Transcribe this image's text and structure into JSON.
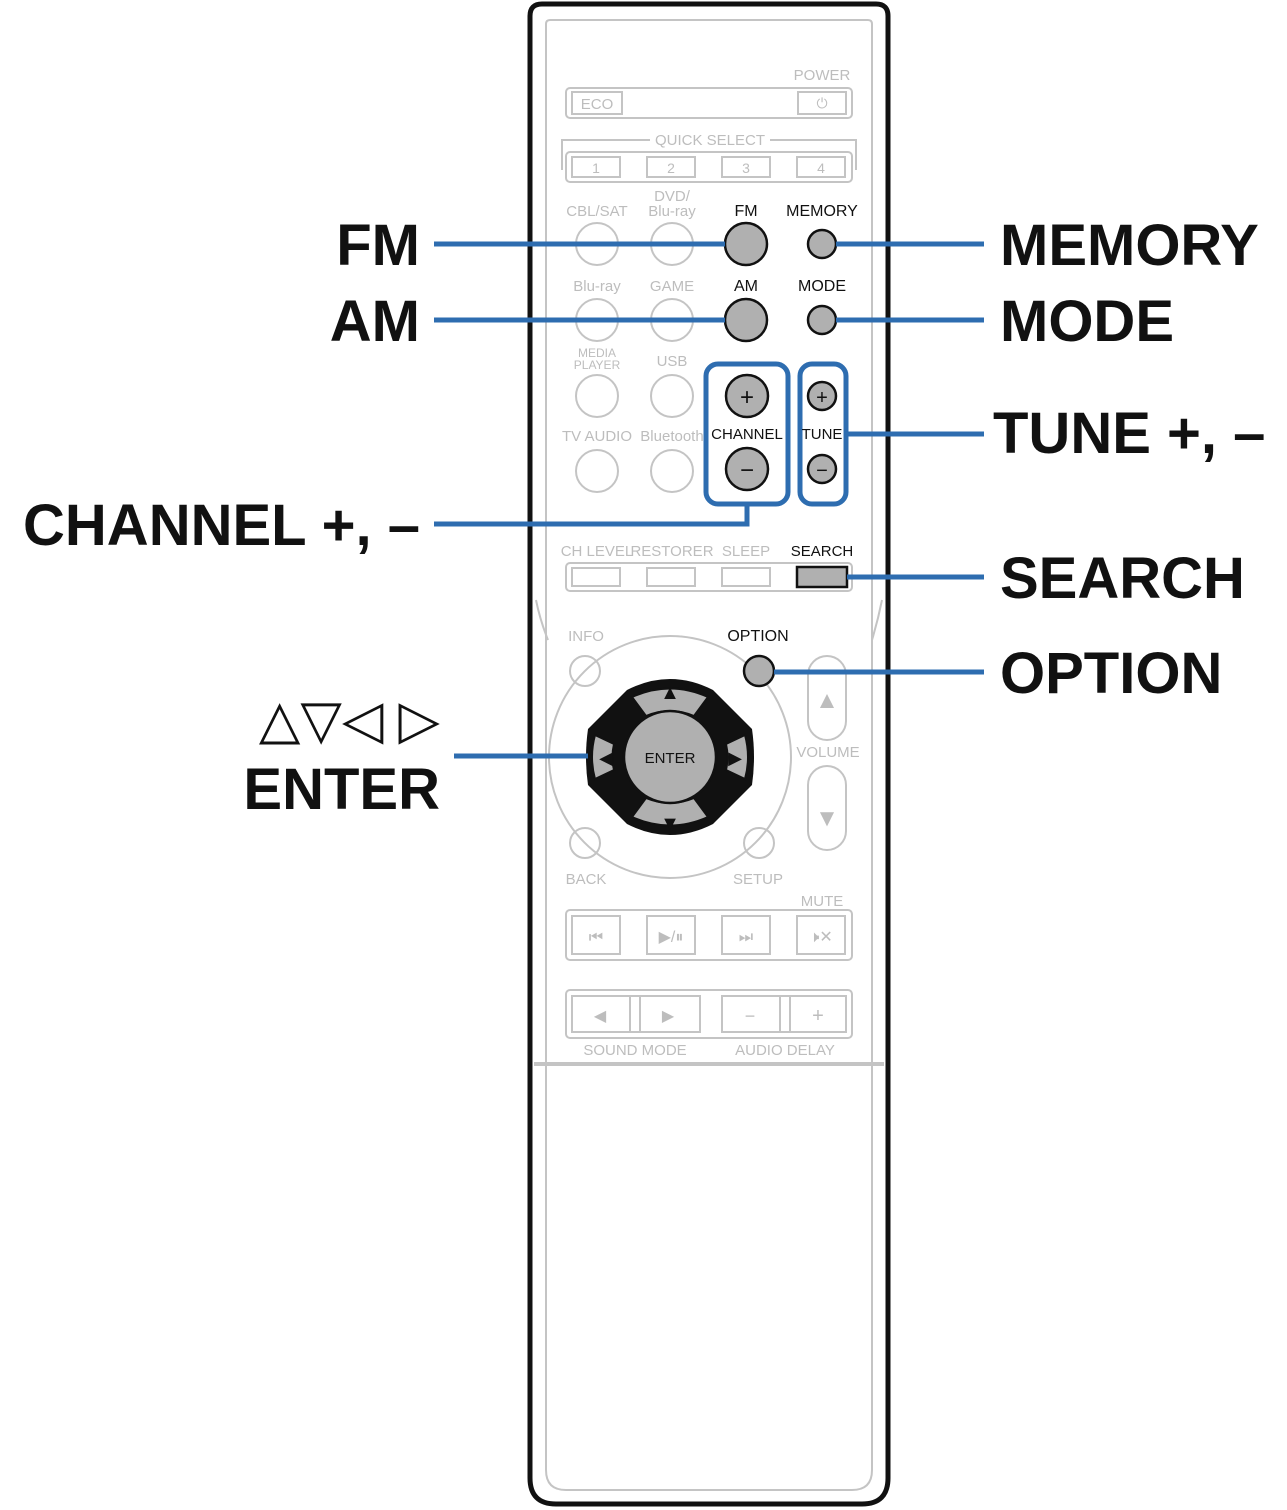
{
  "remote": {
    "top_row": {
      "power": "POWER",
      "eco": "ECO",
      "power_symbol": "⏻"
    },
    "quick_select": {
      "label": "QUICK SELECT",
      "buttons": [
        "1",
        "2",
        "3",
        "4"
      ]
    },
    "source_labels": {
      "cbl_sat": "CBL/SAT",
      "dvd_line1": "DVD/",
      "dvd_line2": "Blu-ray",
      "fm": "FM",
      "memory": "MEMORY",
      "bluray": "Blu-ray",
      "game": "GAME",
      "am": "AM",
      "mode": "MODE",
      "media_line1": "MEDIA",
      "media_line2": "PLAYER",
      "usb": "USB",
      "tv_audio": "TV AUDIO",
      "bluetooth": "Bluetooth",
      "channel": "CHANNEL",
      "tune": "TUNE",
      "plus": "+",
      "minus": "−"
    },
    "function_row": {
      "ch_level": "CH LEVEL",
      "restorer": "RESTORER",
      "sleep": "SLEEP",
      "search": "SEARCH"
    },
    "nav": {
      "info": "INFO",
      "option": "OPTION",
      "back": "BACK",
      "setup": "SETUP",
      "enter": "ENTER",
      "volume": "VOLUME",
      "up": "▲",
      "down": "▼",
      "left": "◀",
      "right": "▶"
    },
    "transport": {
      "mute": "MUTE",
      "prev": "⏮",
      "play_pause": "▶/⏸",
      "next": "⏭",
      "mute_icon": "🕨✕"
    },
    "bottom": {
      "sound_mode": "SOUND MODE",
      "audio_delay": "AUDIO DELAY",
      "left": "◀",
      "right": "▶",
      "minus": "−",
      "plus": "+"
    }
  },
  "callouts": {
    "fm": "FM",
    "am": "AM",
    "memory": "MEMORY",
    "mode": "MODE",
    "tune": "TUNE +, –",
    "channel": "CHANNEL +, –",
    "search": "SEARCH",
    "option": "OPTION",
    "arrows": "△▽◁ ▷",
    "enter": "ENTER"
  },
  "colors": {
    "highlight_blue": "#2e6db0",
    "active_button": "#b0b0b0",
    "inactive_gray": "#c4c4c4",
    "outline": "#111111"
  }
}
